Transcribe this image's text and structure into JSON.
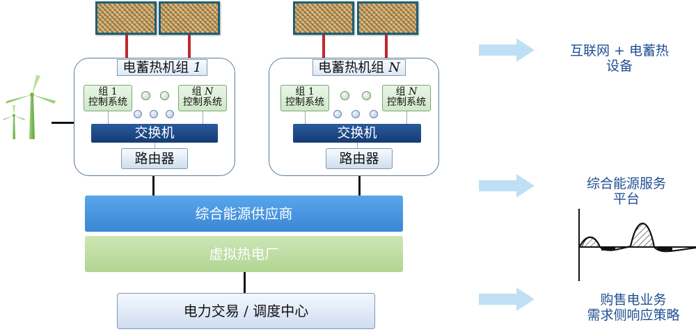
{
  "units": [
    {
      "title_text": "电蓄热机组 ",
      "title_var": "1",
      "ctrl_left": {
        "line1_prefix": "组 ",
        "line1_var": "1",
        "line2": "控制系统"
      },
      "ctrl_right": {
        "line1_prefix": "组 ",
        "line1_var": "N",
        "line2": "控制系统"
      },
      "switch": "交换机",
      "router": "路由器"
    },
    {
      "title_text": "电蓄热机组 ",
      "title_var": "N",
      "ctrl_left": {
        "line1_prefix": "组 ",
        "line1_var": "1",
        "line2": "控制系统"
      },
      "ctrl_right": {
        "line1_prefix": "组 ",
        "line1_var": "N",
        "line2": "控制系统"
      },
      "switch": "交换机",
      "router": "路由器"
    }
  ],
  "bars": {
    "supplier": "综合能源供应商",
    "vpp": "虚拟热电厂",
    "trading": "电力交易 / 调度中心"
  },
  "right_labels": {
    "internet_line1": "互联网 + 电蓄热",
    "internet_line2": "设备",
    "platform_line1": "综合能源服务",
    "platform_line2": "平台",
    "business_line1": "购售电业务",
    "business_line2": "需求侧响应策略"
  },
  "colors": {
    "accent_blue": "#3b86d4",
    "accent_green": "#b1d593",
    "label_blue": "#1f4e93",
    "rod_red": "#c0282e"
  },
  "icons": [
    "wind-turbine-icon",
    "arrow-right-icon",
    "load-curve-icon"
  ]
}
